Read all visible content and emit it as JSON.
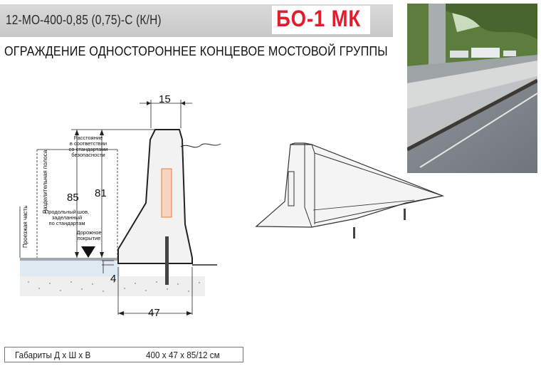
{
  "header": {
    "product_code": "12-МО-400-0,85 (0,75)-С (К/Н)",
    "model": "БО-1 МК"
  },
  "title": "ОГРАЖДЕНИЕ ОДНОСТОРОННЕЕ КОНЦЕВОЕ МОСТОВОЙ ГРУППЫ",
  "drawing": {
    "dim_top": "15",
    "dim_85": "85",
    "dim_81": "81",
    "dim_4": "4",
    "dim_bottom": "47",
    "label_divider": "Разделительная полоса",
    "label_carriageway": "Проезжая часть",
    "note_distance": [
      "Расстояние",
      "в соответствии",
      "со стандартами",
      "безопасности"
    ],
    "note_seam": [
      "Продольный шов,",
      "заделанный",
      "по стандартам"
    ],
    "note_road": [
      "Дорожное",
      "покрытие"
    ]
  },
  "dimensions": {
    "label": "Габариты Д х Ш х В",
    "value": "400 х 47 х 85/12 см"
  },
  "colors": {
    "accent": "#e21b2d",
    "header_bg": "#cfcfcf"
  }
}
